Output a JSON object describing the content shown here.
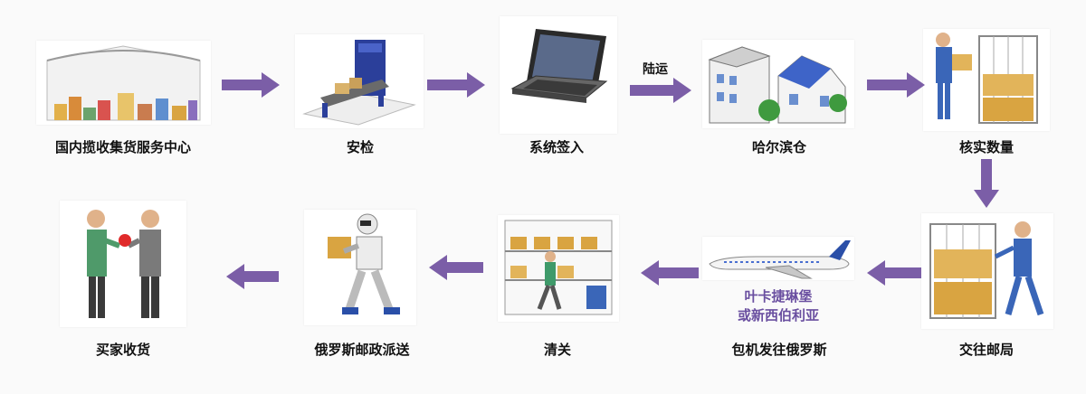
{
  "accent_color": "#7b5ea7",
  "steps": [
    {
      "label": "国内揽收集货服务中心",
      "icon": "warehouse-icon"
    },
    {
      "label": "安检",
      "icon": "xray-scanner-icon"
    },
    {
      "label": "系统签入",
      "icon": "laptop-icon"
    },
    {
      "label": "哈尔滨仓",
      "icon": "buildings-icon"
    },
    {
      "label": "核实数量",
      "icon": "worker-cart-icon"
    },
    {
      "label": "交往邮局",
      "icon": "worker-push-cart-icon"
    },
    {
      "label": "包机发往俄罗斯",
      "icon": "airplane-icon"
    },
    {
      "label": "清关",
      "icon": "shelves-icon"
    },
    {
      "label": "俄罗斯邮政派送",
      "icon": "robot-courier-icon"
    },
    {
      "label": "买家收货",
      "icon": "handover-icon"
    }
  ],
  "edge_labels": {
    "land_transport": "陆运"
  },
  "route_note": {
    "line1": "叶卡捷琳堡",
    "line2": "或新西伯利亚"
  }
}
